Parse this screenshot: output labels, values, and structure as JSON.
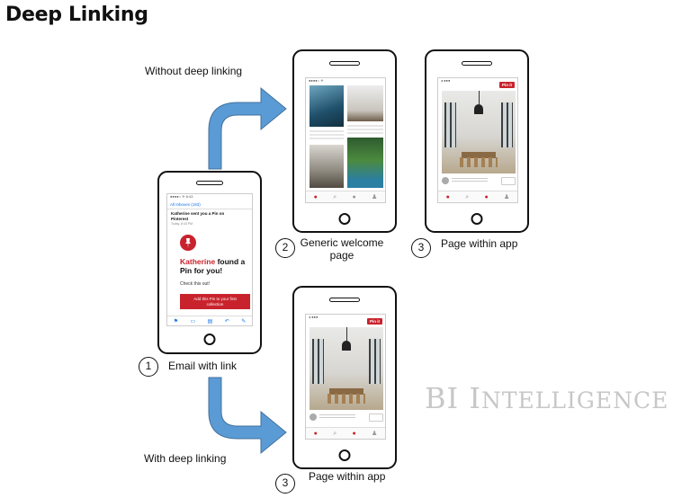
{
  "title": "Deep Linking",
  "labels": {
    "without": "Without deep linking",
    "with": "With deep linking",
    "step1": "Email with link",
    "step2_line1": "Generic welcome",
    "step2_line2": "page",
    "step3_top": "Page within app",
    "step3_bottom": "Page within app"
  },
  "numbers": {
    "one": "1",
    "two": "2",
    "three_top": "3",
    "three_bottom": "3"
  },
  "email_screen": {
    "header": "All Inboxes (183)",
    "subject_line1": "Katherine sent you a Pin on",
    "subject_line2": "Pinterest",
    "date": "Today, 8:43 PM",
    "headline_name": "Katherine",
    "headline_rest": " found a",
    "headline_line2": "Pin for you!",
    "body": "Check this out!",
    "cta_line1": "Add this Pin to your first",
    "cta_line2": "collection"
  },
  "app_pin_button": "Pin it",
  "watermark": {
    "big1": "BI ",
    "big2": "I",
    "small": "NTELLIGENCE"
  },
  "colors": {
    "arrow": "#5b9bd5",
    "pinterest_red": "#c8232c",
    "watermark": "#c7c7c7"
  },
  "icons": [
    "arrow-up-right-icon",
    "arrow-down-right-icon",
    "pinterest-pin-icon",
    "home-button-icon"
  ]
}
